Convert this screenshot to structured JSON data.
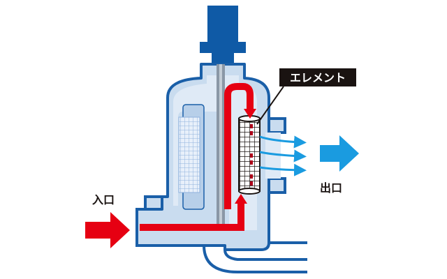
{
  "labels": {
    "inlet": "入口",
    "outlet": "出口",
    "element": "エレメント"
  },
  "colors": {
    "housing_outline": "#1a5fa8",
    "housing_fill": "#c9dcef",
    "housing_inner": "#dfeaf6",
    "motor": "#0f5aa6",
    "flow_in": "#e60012",
    "flow_out": "#1a9be0",
    "callout_bg": "#1a1311",
    "callout_text": "#ffffff",
    "screen_grid": "#8fb2dd"
  }
}
